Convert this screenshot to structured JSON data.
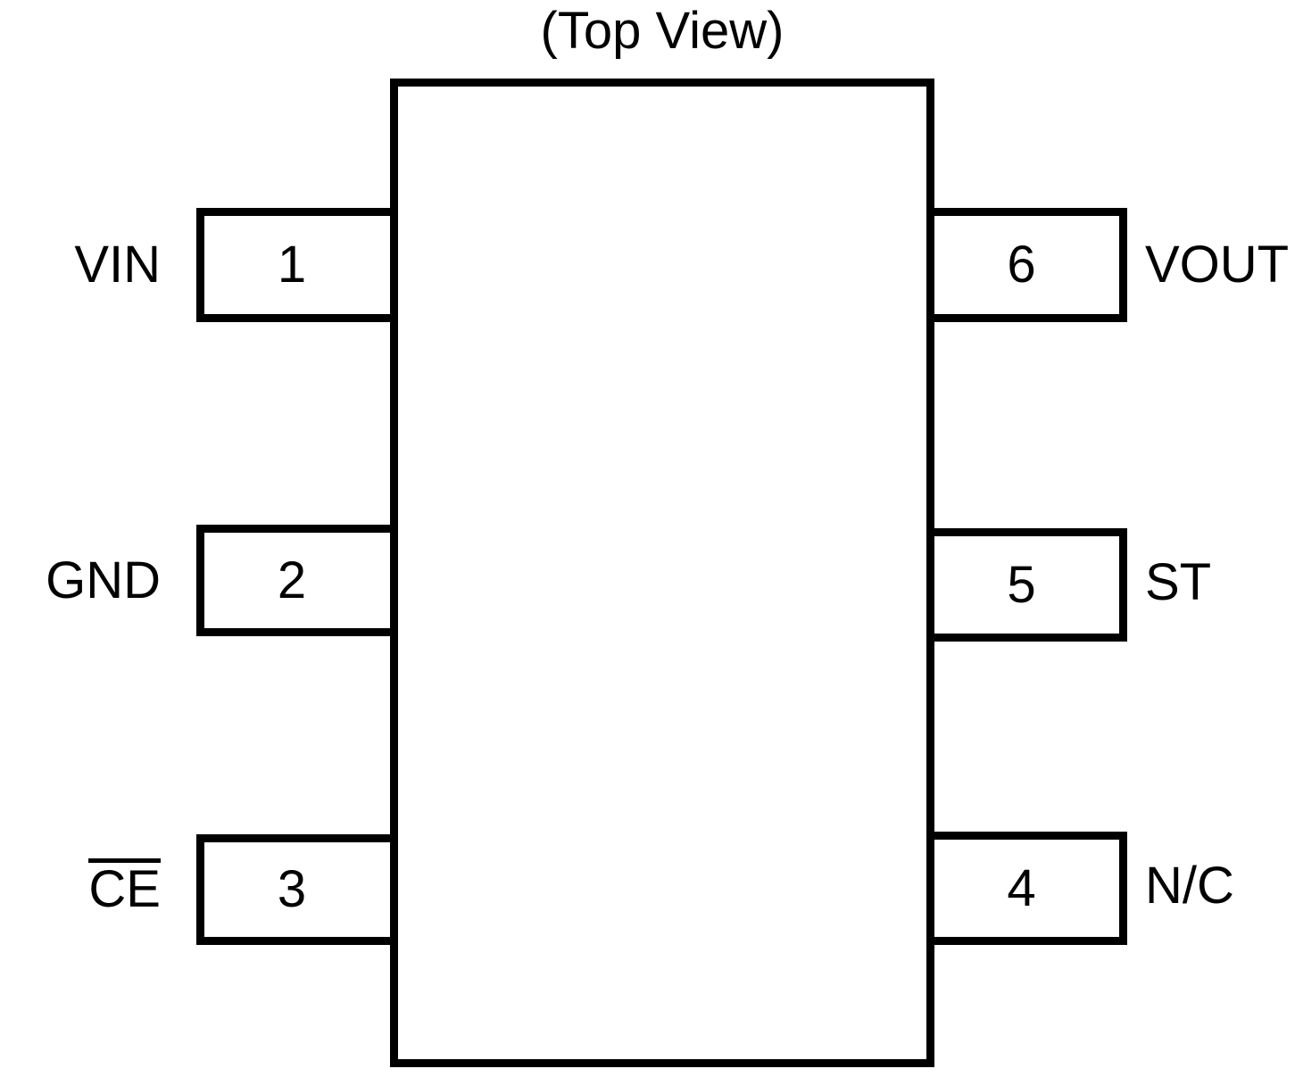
{
  "diagram": {
    "title": "(Top View)",
    "type": "ic-pin-configuration",
    "package_outline": {
      "shape": "rectangle",
      "stroke_color": "#000000",
      "fill_color": "#ffffff"
    },
    "pins_left": [
      {
        "number": "1",
        "label": "VIN",
        "overbar": false
      },
      {
        "number": "2",
        "label": "GND",
        "overbar": false
      },
      {
        "number": "3",
        "label": "CE",
        "overbar": true
      }
    ],
    "pins_right": [
      {
        "number": "6",
        "label": "VOUT",
        "overbar": false
      },
      {
        "number": "5",
        "label": "ST",
        "overbar": false
      },
      {
        "number": "4",
        "label": "N/C",
        "overbar": false
      }
    ]
  }
}
